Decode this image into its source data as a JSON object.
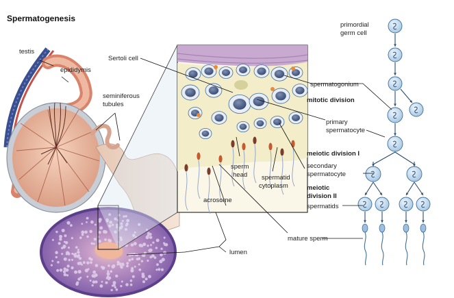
{
  "title": "Spermatogenesis",
  "labels": {
    "testis": "testis",
    "epididymis": "epididymis",
    "seminiferous_1": "seminiferous",
    "seminiferous_2": "tubules",
    "sertoli": "Sertoli cell",
    "spermatogonium": "spermatogonium",
    "mitotic": "mitotic division",
    "primary_1": "primary",
    "primary_2": "spermatocyte",
    "meiotic1": "meiotic division I",
    "secondary_1": "secondary",
    "secondary_2": "spermatocyte",
    "meiotic2_1": "meiotic",
    "meiotic2_2": "division II",
    "spermatids": "spermatids",
    "mature": "mature sperm",
    "sperm_head_1": "sperm",
    "sperm_head_2": "head",
    "sp_cyto_1": "spermatid",
    "sp_cyto_2": "cytoplasm",
    "acrosome": "acrosome",
    "lumen": "lumen",
    "primordial_1": "primordial",
    "primordial_2": "germ cell"
  },
  "colors": {
    "cell_fill": "#c9dff0",
    "cell_stroke": "#3f6f98",
    "nucleus": "#4a5f85",
    "tissue_purple": "#8a6fb3",
    "tissue_pink": "#e9a98b",
    "duct": "#d8735e",
    "background_cream": "#f6f0d8",
    "inset_frame": "#333333"
  }
}
